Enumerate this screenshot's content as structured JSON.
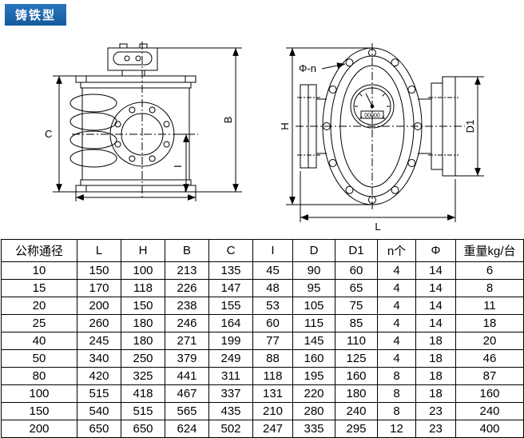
{
  "badge": {
    "label": "铸铁型"
  },
  "diagram": {
    "front_view": {
      "dim_c": "C",
      "dim_b": "B",
      "dim_i": "I"
    },
    "side_view": {
      "dim_h": "H",
      "dim_d1": "D1",
      "dim_l": "L",
      "bolt_spec": "Φ-n",
      "dial_reading": "00000"
    }
  },
  "table": {
    "headers": [
      "公称通径",
      "L",
      "H",
      "B",
      "C",
      "I",
      "D",
      "D1",
      "n个",
      "Φ",
      "重量kg/台"
    ],
    "rows": [
      [
        "10",
        "150",
        "100",
        "213",
        "135",
        "45",
        "90",
        "60",
        "4",
        "14",
        "6"
      ],
      [
        "15",
        "170",
        "118",
        "226",
        "147",
        "48",
        "95",
        "65",
        "4",
        "14",
        "8"
      ],
      [
        "20",
        "200",
        "150",
        "238",
        "155",
        "53",
        "105",
        "75",
        "4",
        "14",
        "11"
      ],
      [
        "25",
        "260",
        "180",
        "246",
        "164",
        "60",
        "115",
        "85",
        "4",
        "14",
        "18"
      ],
      [
        "40",
        "245",
        "180",
        "271",
        "199",
        "77",
        "145",
        "110",
        "4",
        "18",
        "20"
      ],
      [
        "50",
        "340",
        "250",
        "379",
        "249",
        "88",
        "160",
        "125",
        "4",
        "18",
        "46"
      ],
      [
        "80",
        "420",
        "325",
        "441",
        "311",
        "118",
        "195",
        "160",
        "8",
        "18",
        "87"
      ],
      [
        "100",
        "515",
        "418",
        "467",
        "337",
        "131",
        "220",
        "180",
        "8",
        "18",
        "160"
      ],
      [
        "150",
        "540",
        "515",
        "565",
        "435",
        "210",
        "280",
        "240",
        "8",
        "23",
        "240"
      ],
      [
        "200",
        "650",
        "650",
        "624",
        "502",
        "247",
        "335",
        "295",
        "12",
        "23",
        "400"
      ]
    ]
  }
}
